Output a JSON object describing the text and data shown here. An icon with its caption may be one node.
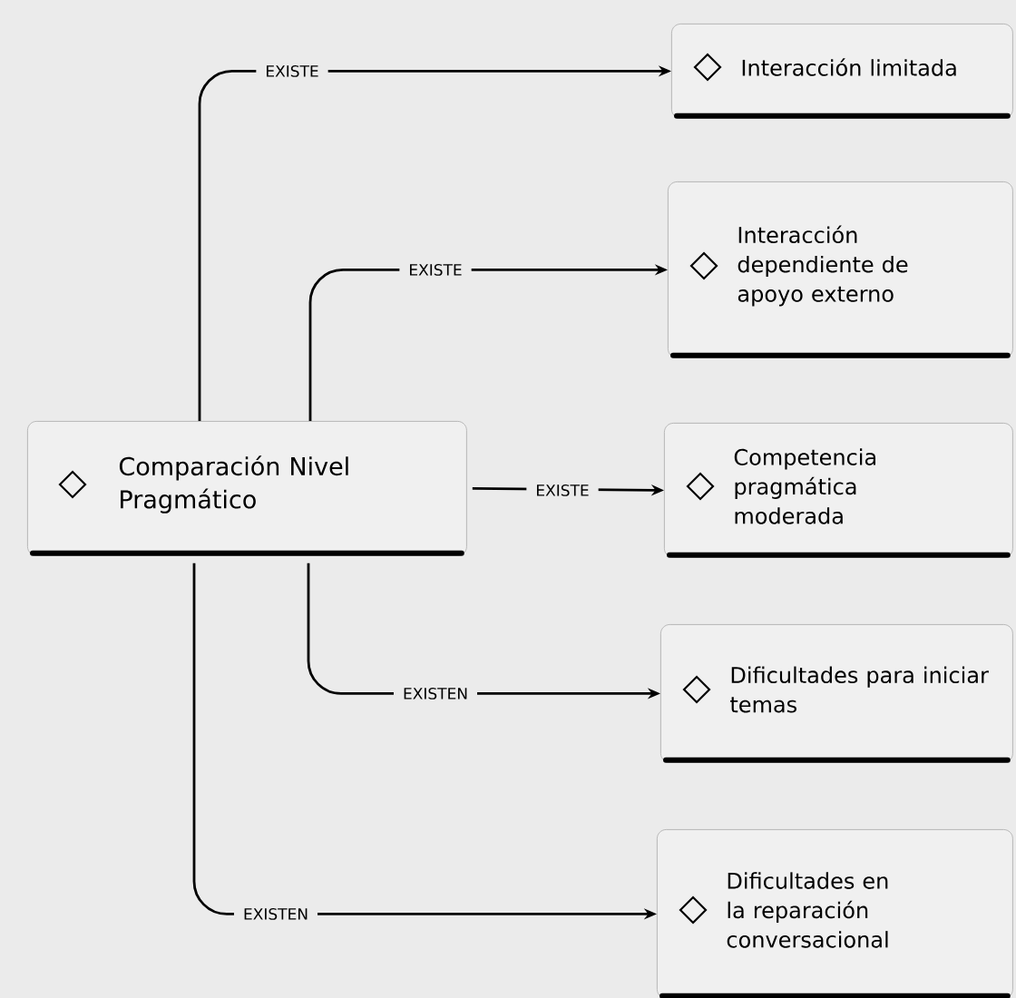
{
  "diagram": {
    "nodes": [
      {
        "text": [
          "Comparación Nivel Pragmático"
        ]
      },
      {
        "text": [
          "Interacción limitada"
        ]
      },
      {
        "text": [
          "Interacción dependiente de apoyo externo"
        ]
      },
      {
        "text": [
          "Competencia pragmática moderada"
        ]
      },
      {
        "text": [
          "Dificultades para iniciar temas"
        ]
      },
      {
        "text": [
          "Dificultades en la reparación conversacional"
        ]
      }
    ],
    "edges": [
      {
        "from": 0,
        "to": 1,
        "arrow": "to",
        "label": "EXISTE"
      },
      {
        "from": 0,
        "to": 2,
        "arrow": "to",
        "label": "EXISTE"
      },
      {
        "from": 0,
        "to": 3,
        "arrow": "to",
        "label": "EXISTE"
      },
      {
        "from": 0,
        "to": 4,
        "arrow": "to",
        "label": "EXISTEN"
      },
      {
        "from": 0,
        "to": 5,
        "arrow": "to",
        "label": "EXISTEN"
      }
    ]
  }
}
